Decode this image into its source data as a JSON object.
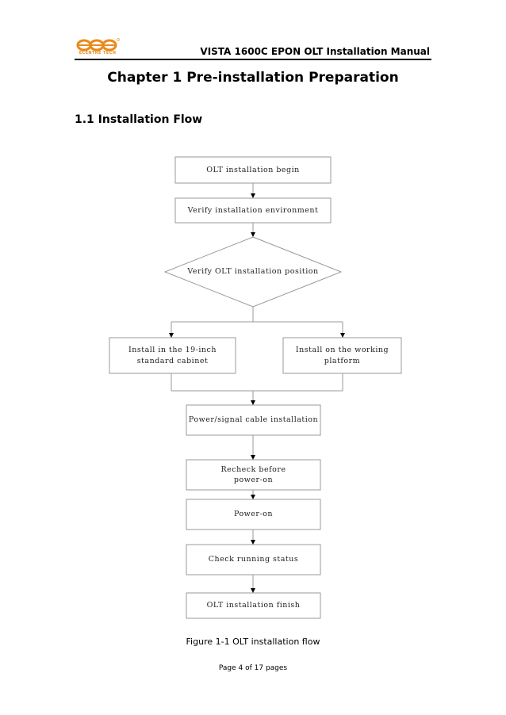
{
  "header": {
    "logo_text": "ECENTRE TECH",
    "title": "VISTA 1600C EPON OLT Installation Manual"
  },
  "chapter_title": "Chapter 1 Pre-installation Preparation",
  "section_title": "1.1 Installation Flow",
  "flow": {
    "begin": "OLT installation begin",
    "verify_env": "Verify installation environment",
    "verify_position": "Verify OLT installation position",
    "install_cabinet": "Install in the 19-inch standard cabinet",
    "install_platform": "Install on the working platform",
    "cable": "Power/signal cable installation",
    "recheck": "Recheck before power-on",
    "power_on": "Power-on",
    "check_status": "Check running status",
    "finish": "OLT installation finish"
  },
  "caption": "Figure 1-1 OLT installation flow",
  "page_number": "Page 4 of 17 pages",
  "colors": {
    "logo": "#e98a1a",
    "line": "#9a9a9a",
    "text": "#000000"
  }
}
